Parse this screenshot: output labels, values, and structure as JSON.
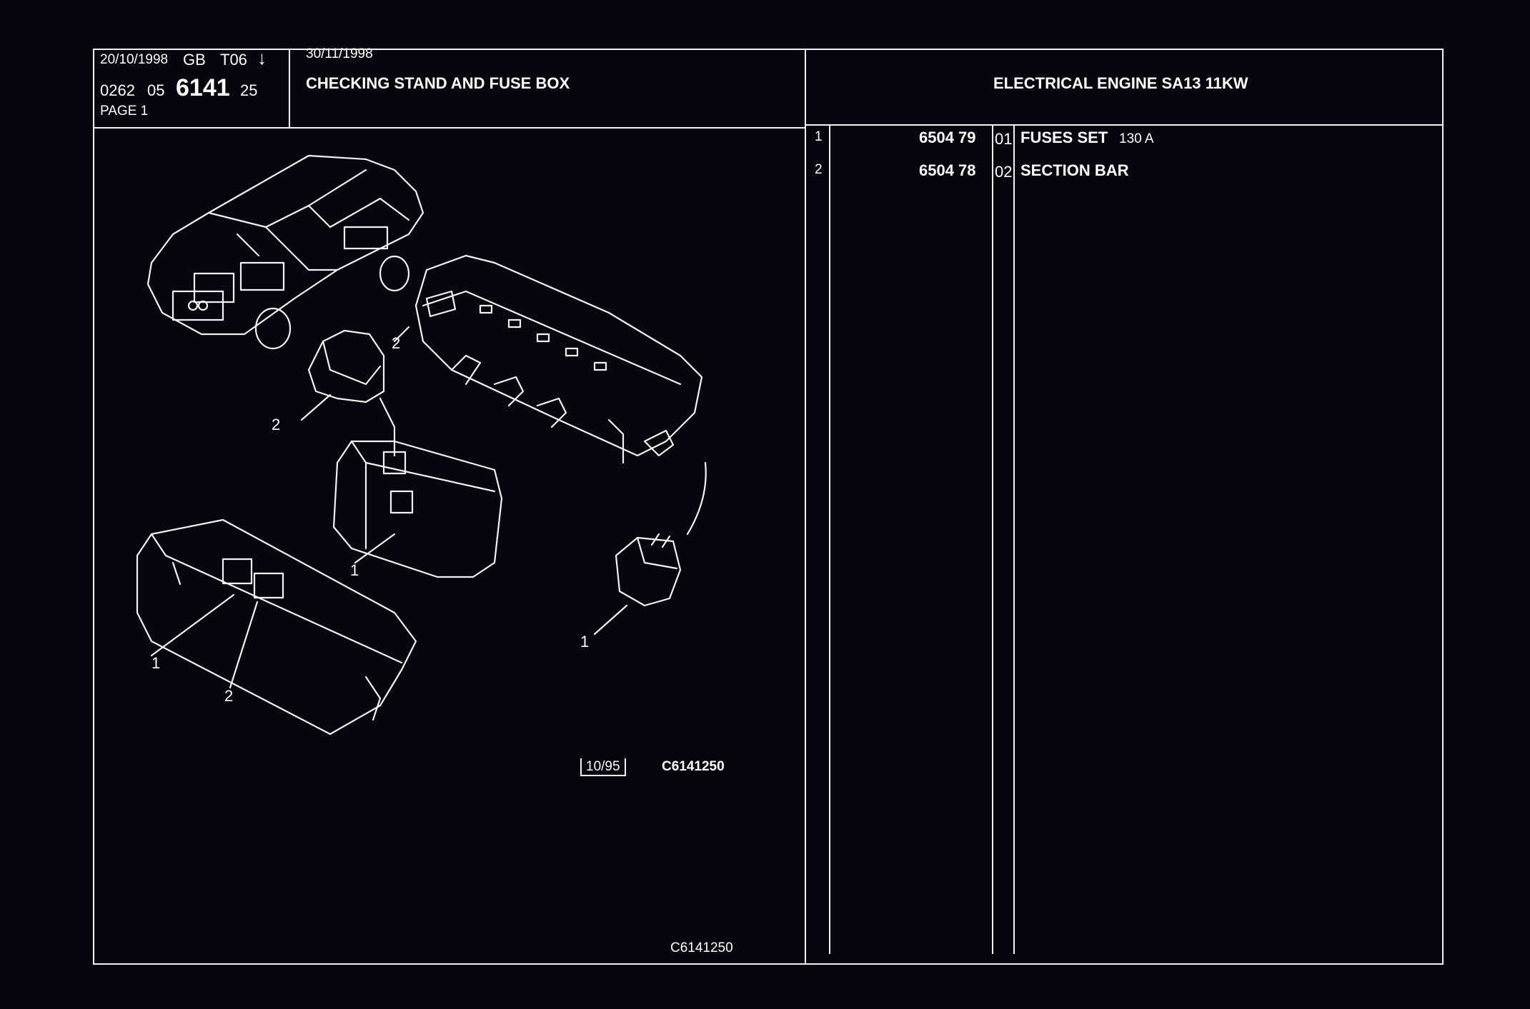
{
  "header": {
    "date1": "20/10/1998",
    "lang": "GB",
    "code": "T06",
    "arrow": "↓",
    "ref_a": "0262",
    "ref_b": "05",
    "ref_main": "6141",
    "ref_c": "25",
    "page": "PAGE  1",
    "date2": "30/11/1998",
    "title": "CHECKING STAND AND FUSE BOX",
    "right_title": "ELECTRICAL ENGINE SA13 11KW"
  },
  "parts": [
    {
      "item": "1",
      "part_no": "6504 79",
      "qty": "01",
      "desc": "FUSES SET",
      "desc_suffix": "130 A"
    },
    {
      "item": "2",
      "part_no": "6504 78",
      "qty": "02",
      "desc": "SECTION BAR",
      "desc_suffix": ""
    }
  ],
  "drawing": {
    "callouts": [
      "2",
      "2",
      "1",
      "1",
      "1",
      "2"
    ],
    "ref_date": "10/95",
    "ref_code": "C6141250",
    "footer_code": "C6141250"
  }
}
